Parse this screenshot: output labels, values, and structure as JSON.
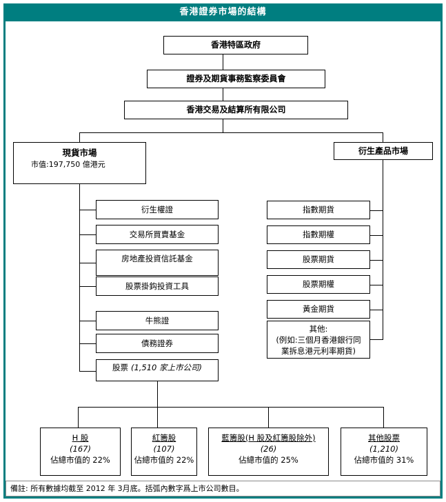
{
  "title": "香港證券市場的結構",
  "colors": {
    "accent": "#007e80",
    "box_border": "#000000",
    "background": "#ffffff",
    "title_text": "#ffffff"
  },
  "hierarchy": {
    "government": "香港特區政府",
    "regulator": "證券及期貨事務監察委員會",
    "exchange": "香港交易及結算所有限公司"
  },
  "markets": {
    "spot": {
      "title": "現貨市場",
      "subtitle": "市值:197,750 億港元"
    },
    "derivatives": {
      "title": "衍生產品市場"
    }
  },
  "spot_products": [
    {
      "label": "衍生權證"
    },
    {
      "label": "交易所買賣基金"
    },
    {
      "label": "房地產投資信託基金"
    },
    {
      "label": "股票掛鈎投資工具"
    },
    {
      "label": "牛熊證"
    },
    {
      "label": "債務證券"
    }
  ],
  "equities_box": {
    "label": "股票",
    "count": "(1,510  家上市公司)"
  },
  "derivative_products": [
    {
      "label": "指數期貨"
    },
    {
      "label": "指數期權"
    },
    {
      "label": "股票期貨"
    },
    {
      "label": "股票期權"
    },
    {
      "label": "黃金期貨"
    }
  ],
  "derivative_other": {
    "line1": "其他:",
    "line2": "(例如:三個月香港銀行同",
    "line3": "業拆息港元利率期貨)"
  },
  "equity_categories": [
    {
      "name": "H 股",
      "count": "(167)",
      "share": "佔總市值的 22%"
    },
    {
      "name": "紅籌股",
      "count": "(107)",
      "share": "佔總市值的 22%"
    },
    {
      "name": "藍籌股(H 股及紅籌股除外)",
      "count": "(26)",
      "share": "佔總市值的 25%"
    },
    {
      "name": "其他股票",
      "count": "(1,210)",
      "share": "佔總市值的 31%"
    }
  ],
  "footnote": "備註: 所有數據均截至 2012 年 3月底。括弧內數字爲上市公司數目。"
}
